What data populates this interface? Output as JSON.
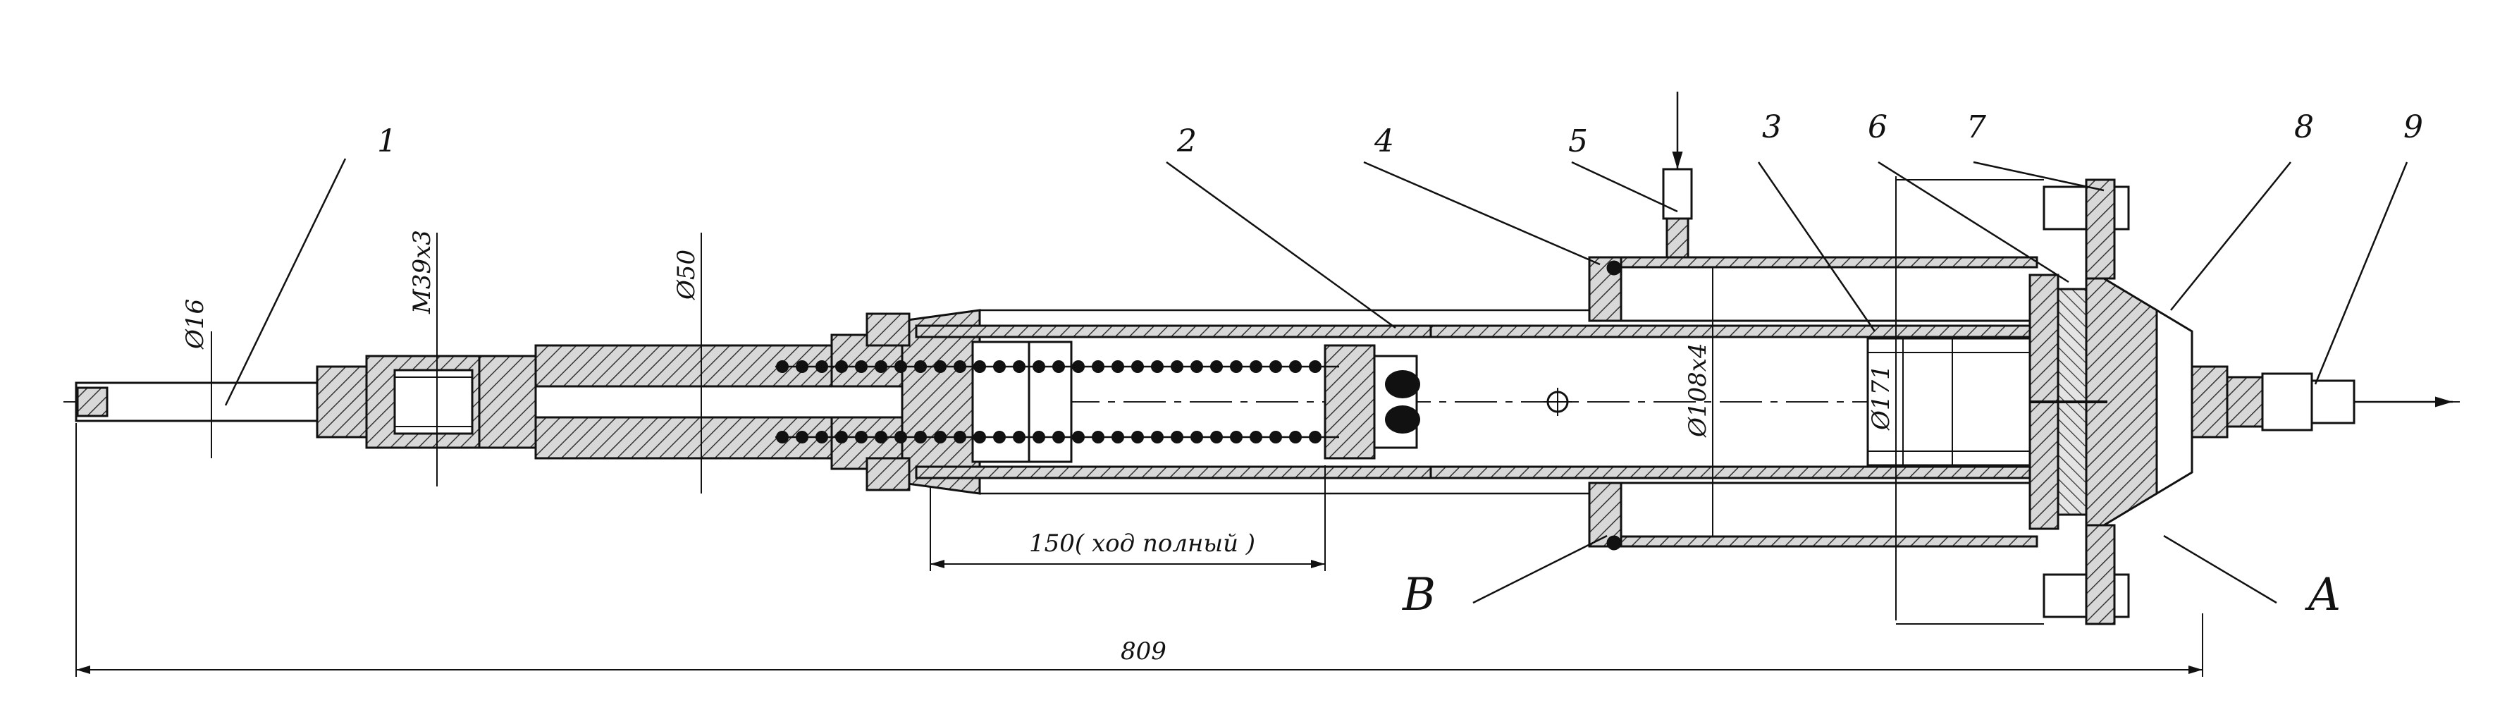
{
  "callouts": {
    "c1": "1",
    "c2": "2",
    "c3": "3",
    "c4": "4",
    "c5": "5",
    "c6": "6",
    "c7": "7",
    "c8": "8",
    "c9": "9",
    "cA": "A",
    "cB": "B"
  },
  "dimensions": {
    "d16": "Ø16",
    "m39": "M39x3",
    "d50": "Ø50",
    "d108": "Ø108x4",
    "d171": "Ø171",
    "stroke": "150( ход полный )",
    "total": "809"
  }
}
